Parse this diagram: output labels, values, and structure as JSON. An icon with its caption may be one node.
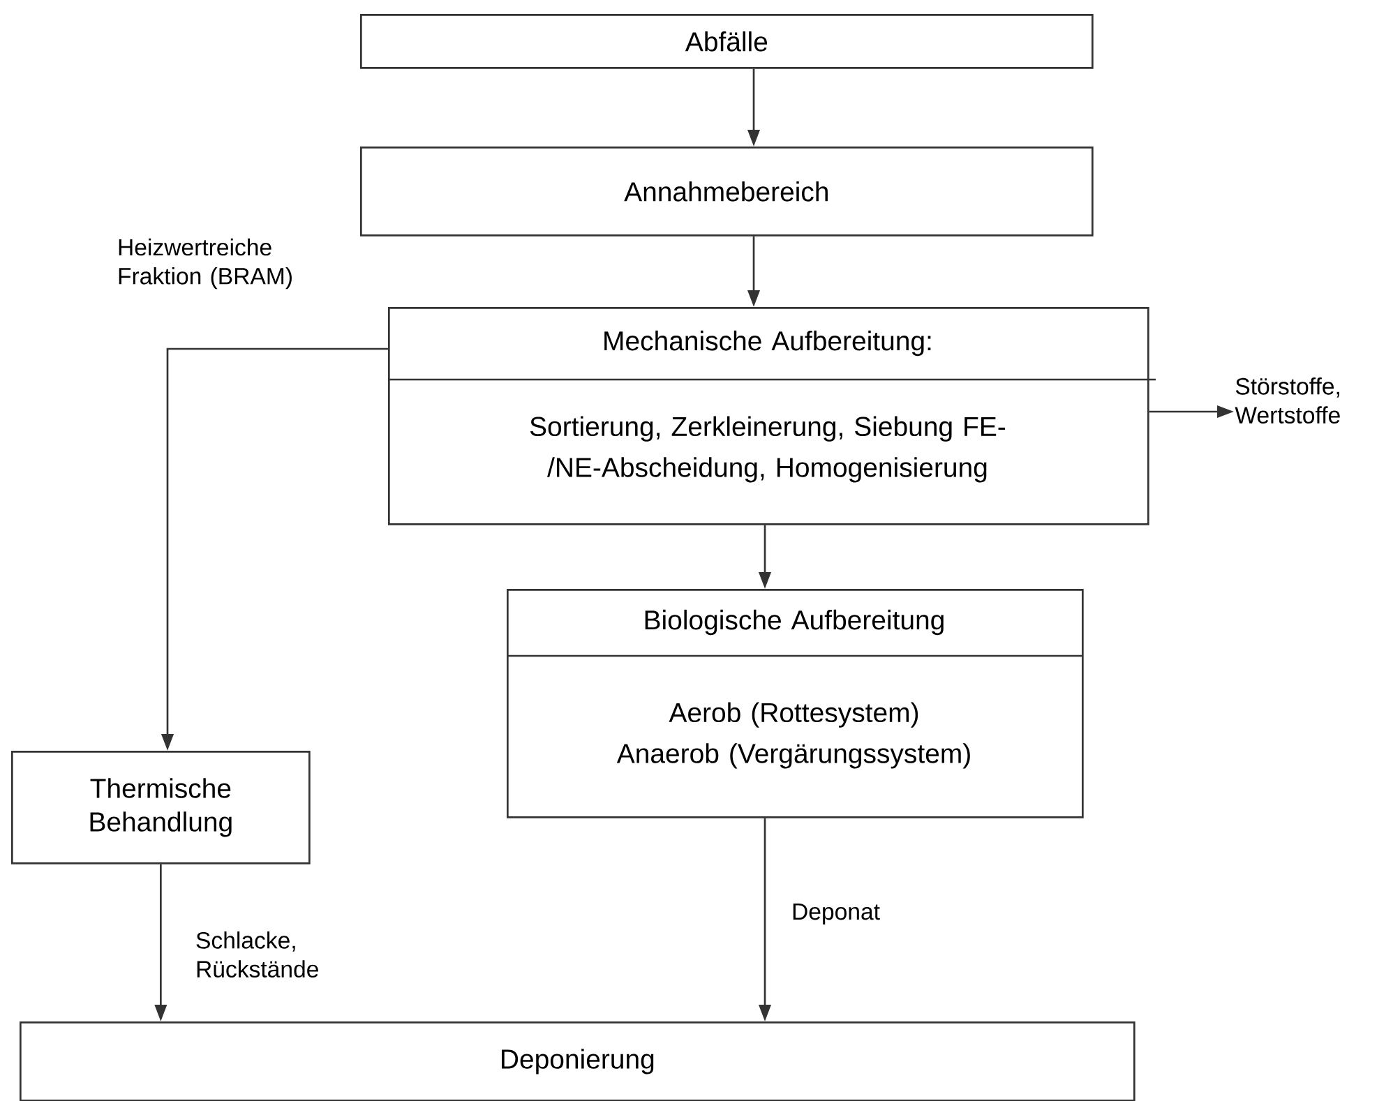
{
  "diagram": {
    "nodes": [
      {
        "text": [
          "Abfälle"
        ]
      },
      {
        "text": [
          "Annahmebereich"
        ]
      },
      {
        "text": [
          "Mechanische Aufbereitung:",
          "Sortierung, Zerkleinerung, Siebung FE-/NE-Abscheidung, Homogenisierung"
        ]
      },
      {
        "text": [
          "Biologische Aufbereitung",
          "Aerob (Rottesystem) Anaerob (Vergärungssystem)"
        ]
      },
      {
        "text": [
          "Thermische Behandlung"
        ]
      },
      {
        "text": [
          "Deponierung"
        ]
      },
      {
        "text": [
          "Störstoffe, Wertstoffe"
        ]
      }
    ],
    "edges": [
      {
        "from": 0,
        "to": 1,
        "arrow": "to"
      },
      {
        "from": 1,
        "to": 2,
        "arrow": "to"
      },
      {
        "from": 2,
        "to": 6,
        "arrow": "to"
      },
      {
        "from": 2,
        "to": 3,
        "arrow": "to"
      },
      {
        "from": 2,
        "to": 4,
        "arrow": "to",
        "label": "Heizwertreiche Fraktion (BRAM)"
      },
      {
        "from": 4,
        "to": 5,
        "arrow": "to",
        "label": "Schlacke, Rückstände"
      },
      {
        "from": 3,
        "to": 5,
        "arrow": "to",
        "label": "Deponat"
      }
    ]
  }
}
